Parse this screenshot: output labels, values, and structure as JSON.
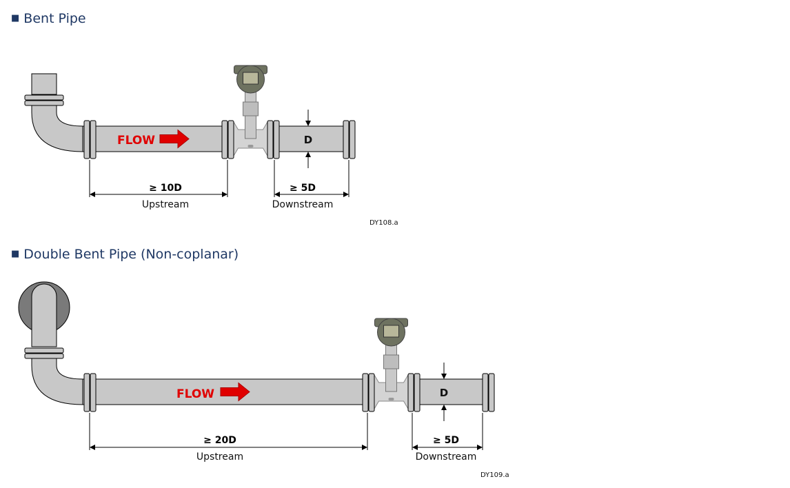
{
  "sections": [
    {
      "title": "Bent Pipe",
      "flow_label": "FLOW",
      "diameter_label": "D",
      "upstream_distance": "≥ 10D",
      "upstream_label": "Upstream",
      "downstream_distance": "≥ 5D",
      "downstream_label": "Downstream",
      "figure_code": "DY108.a"
    },
    {
      "title": "Double Bent Pipe (Non-coplanar)",
      "flow_label": "FLOW",
      "diameter_label": "D",
      "upstream_distance": "≥ 20D",
      "upstream_label": "Upstream",
      "downstream_distance": "≥ 5D",
      "downstream_label": "Downstream",
      "figure_code": "DY109.a"
    }
  ],
  "colors": {
    "title": "#1f3864",
    "pipe": "#c8c8c8",
    "flow": "#e00000",
    "transmitter": "#6e7260"
  }
}
